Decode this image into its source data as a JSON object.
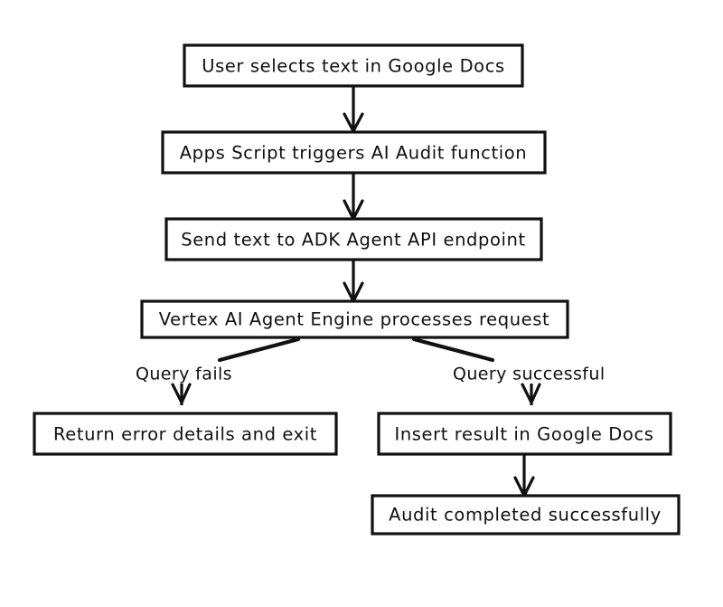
{
  "diagram": {
    "type": "flowchart",
    "title": "",
    "background_color": "#ffffff",
    "stroke_color": "#111111",
    "text_color": "#101010",
    "nodes": {
      "start": {
        "label": "User selects text in Google Docs"
      },
      "trigger": {
        "label": "Apps Script triggers AI Audit function"
      },
      "send": {
        "label": "Send text to ADK Agent API endpoint"
      },
      "process": {
        "label": "Vertex AI Agent Engine processes request"
      },
      "error": {
        "label": "Return error details and exit"
      },
      "insert": {
        "label": "Insert result in Google Docs"
      },
      "done": {
        "label": "Audit completed successfully"
      }
    },
    "edge_labels": {
      "fail": "Query fails",
      "success": "Query successful"
    }
  }
}
